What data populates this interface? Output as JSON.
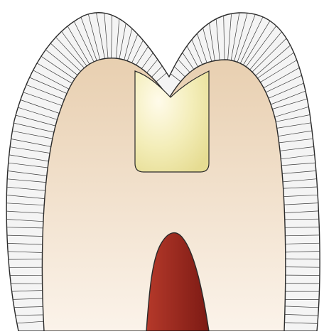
{
  "diagram": {
    "colors": {
      "background": "#ffffff",
      "outline": "#2a2a2a",
      "enamel_fill": "#f4f4f4",
      "enamel_striations": "#3c3c3c",
      "dentin_top": "#e8cfb0",
      "dentin_bottom": "#fbf3ea",
      "filling_light": "#fffbea",
      "filling_mid": "#f3edb8",
      "filling_dark": "#e6dc92",
      "pulp_light": "#b5392a",
      "pulp_dark": "#7c1a14"
    },
    "layers": [
      {
        "id": "enamel",
        "icon": "enamel-shape"
      },
      {
        "id": "dentin",
        "icon": "dentin-shape"
      },
      {
        "id": "filling",
        "icon": "restoration-shape"
      },
      {
        "id": "pulp",
        "icon": "pulp-shape"
      }
    ]
  }
}
